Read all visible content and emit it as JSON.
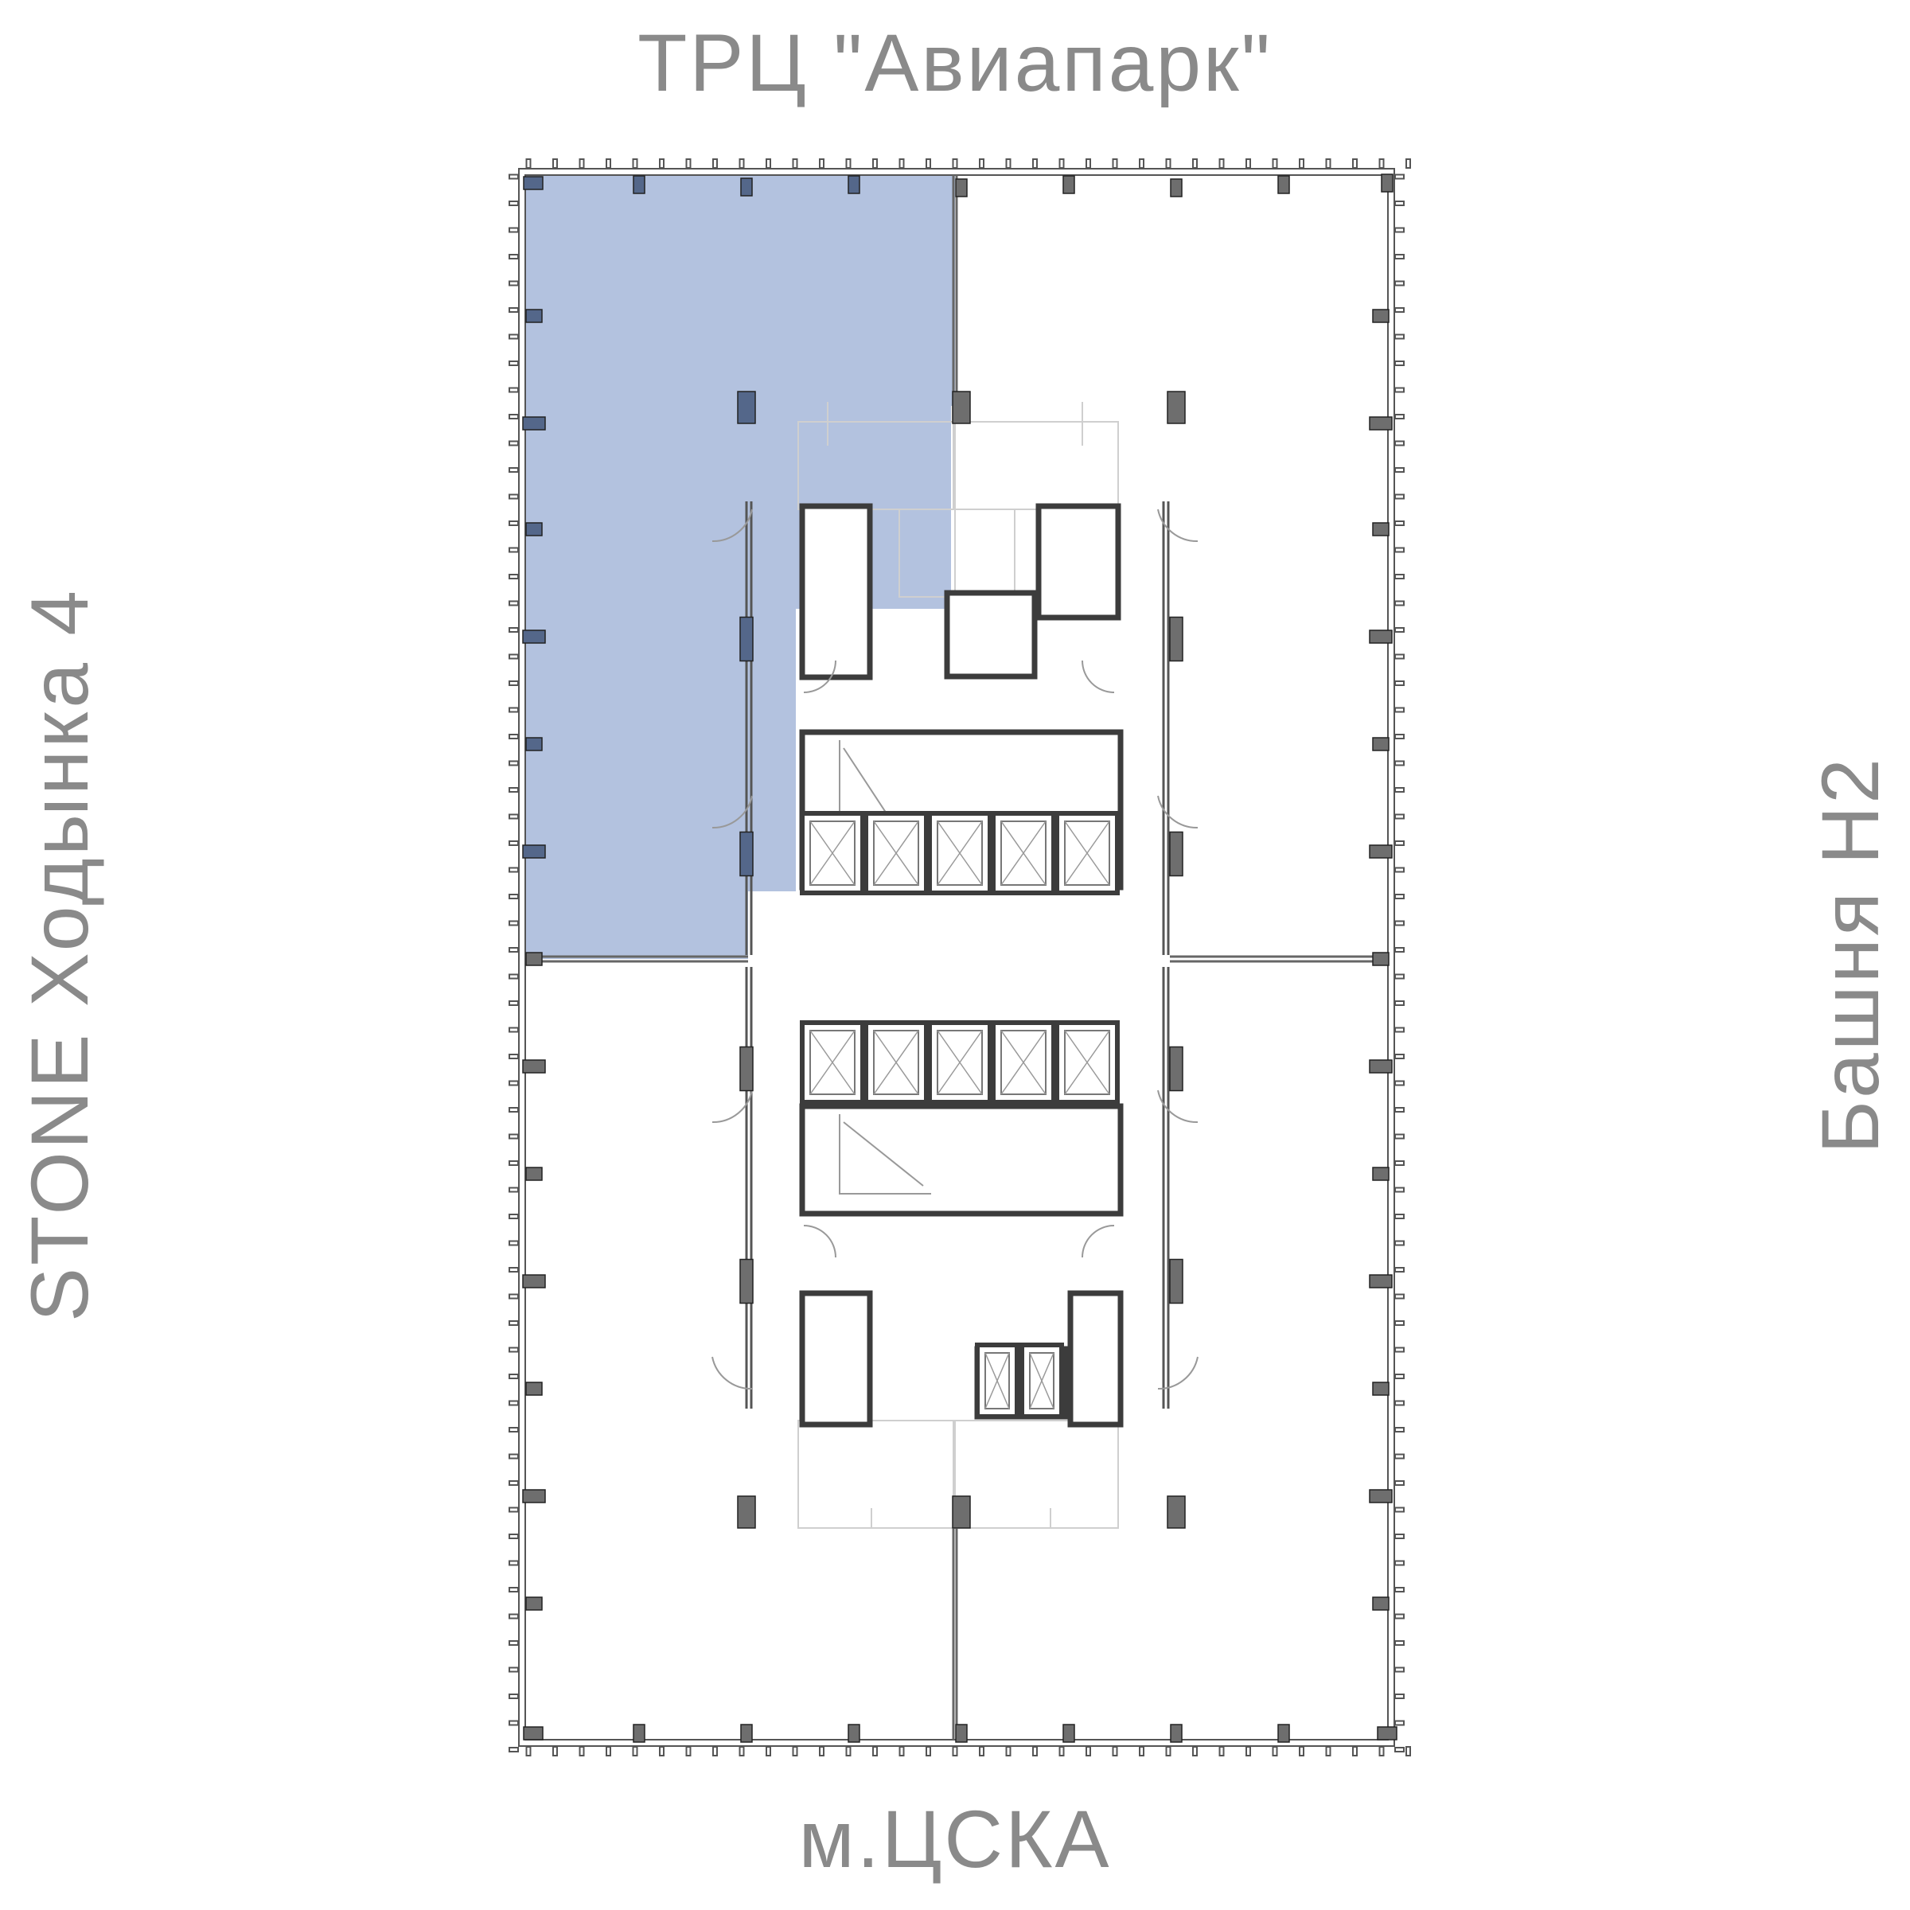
{
  "labels": {
    "north": "ТРЦ \"Авиапарк\"",
    "south": "м.ЦСКА",
    "west": "STONE Ходынка 4",
    "east": "Башня Н2"
  },
  "colors": {
    "selected_fill": "#b3c2df",
    "selected_column": "#54678a",
    "column": "#6e6e6e",
    "wall": "#3c3c3c",
    "faint_wall": "#c8c8c8",
    "label": "#8a8a8a"
  },
  "plan": {
    "selected_unit": "north-west office block (highlighted)",
    "elevator_banks": 3,
    "elevators_per_bank": [
      5,
      5,
      2
    ]
  }
}
